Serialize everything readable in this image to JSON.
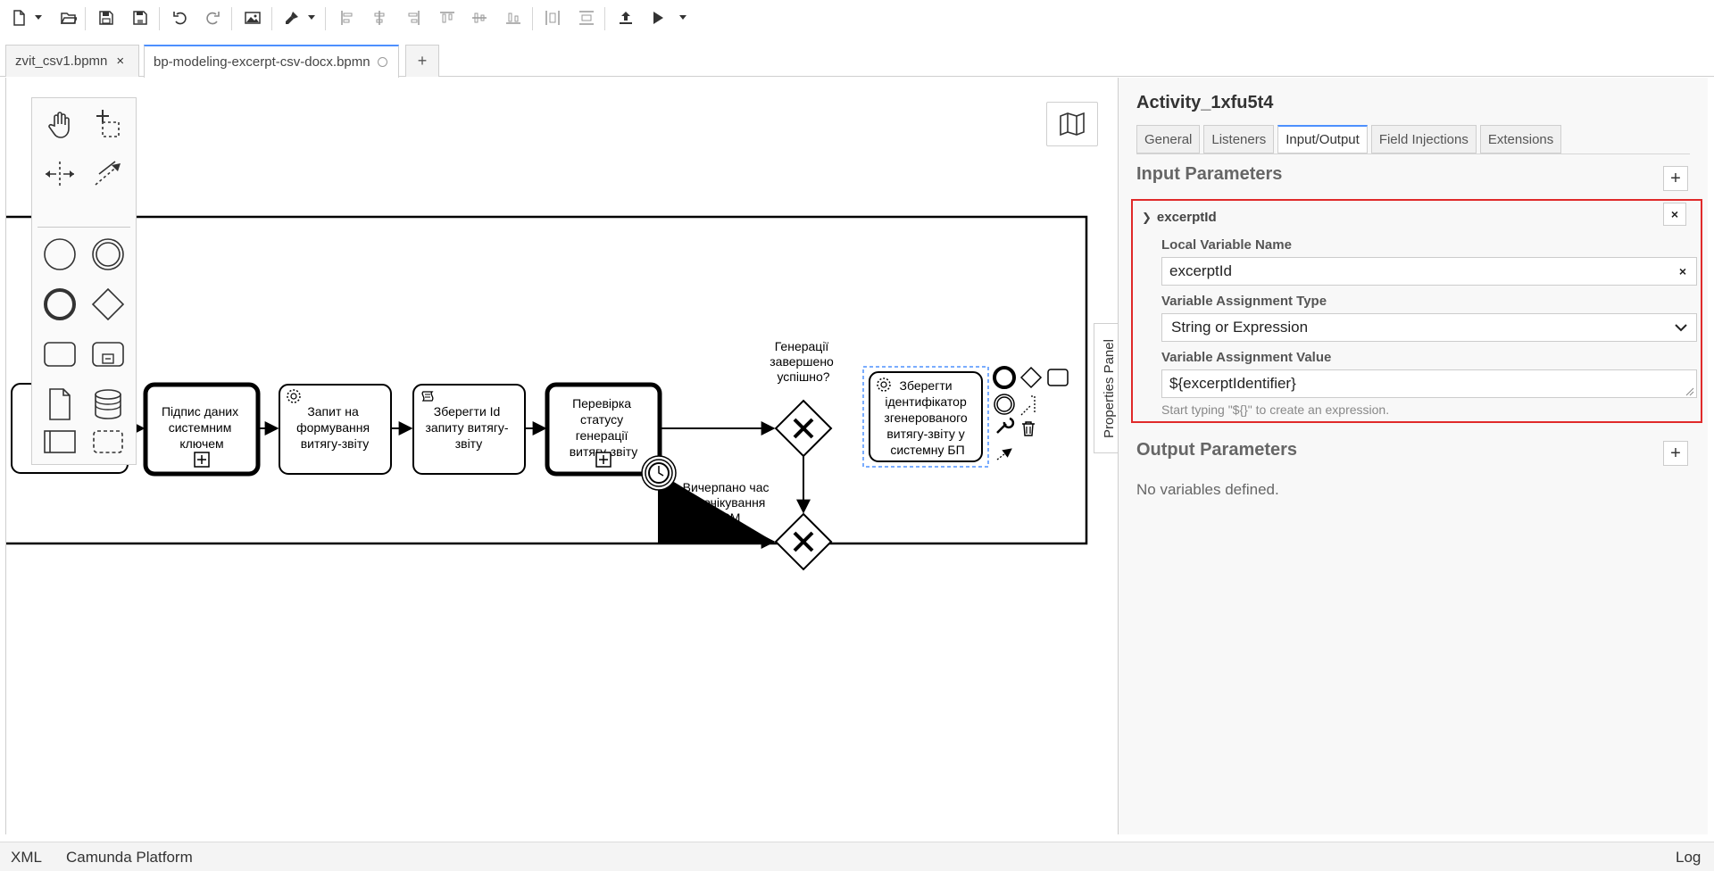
{
  "toolbar": {
    "buttons": [
      {
        "name": "new-file-icon"
      },
      {
        "name": "open-file-icon"
      },
      {
        "name": "save-icon"
      },
      {
        "name": "save-as-icon"
      },
      {
        "name": "undo-icon"
      },
      {
        "name": "redo-icon"
      },
      {
        "name": "export-image-icon"
      },
      {
        "name": "color-picker-icon"
      },
      {
        "name": "align-left-icon"
      },
      {
        "name": "align-center-icon"
      },
      {
        "name": "align-right-icon"
      },
      {
        "name": "align-top-icon"
      },
      {
        "name": "align-middle-icon"
      },
      {
        "name": "align-bottom-icon"
      },
      {
        "name": "distribute-horizontal-icon"
      },
      {
        "name": "distribute-vertical-icon"
      },
      {
        "name": "deploy-icon"
      },
      {
        "name": "start-instance-icon"
      }
    ]
  },
  "tabs": [
    {
      "label": "zvit_csv1.bpmn",
      "close": "×",
      "active": false
    },
    {
      "label": "bp-modeling-excerpt-csv-docx.bpmn",
      "active": true
    }
  ],
  "tab_add_label": "+",
  "diagram": {
    "tasks": [
      {
        "lines": [
          "Підпис даних",
          "системним",
          "ключем"
        ]
      },
      {
        "lines": [
          "Запит на",
          "формування",
          "витягу-звіту"
        ]
      },
      {
        "lines": [
          "Зберегти Id",
          "запиту витягу-",
          "звіту"
        ]
      },
      {
        "lines": [
          "Перевірка",
          "статусу",
          "генерації",
          "витягу-звіту"
        ]
      },
      {
        "lines": [
          "Зберегти",
          "ідентифікатор",
          "згенерованого",
          "витягу-звіту у",
          "системну БП"
        ]
      }
    ],
    "gateway_label": [
      "Генерації",
      "завершено",
      "успішно?"
    ],
    "timer_label": [
      "Вичерпано час",
      "на очікування",
      "P2M"
    ]
  },
  "properties_toggle_label": "Properties Panel",
  "panel": {
    "title": "Activity_1xfu5t4",
    "tabs": [
      {
        "label": "General",
        "active": false
      },
      {
        "label": "Listeners",
        "active": false
      },
      {
        "label": "Input/Output",
        "active": true
      },
      {
        "label": "Field Injections",
        "active": false
      },
      {
        "label": "Extensions",
        "active": false
      }
    ],
    "input_title": "Input Parameters",
    "add_label": "+",
    "param": {
      "name": "excerptId",
      "remove_label": "×",
      "local_var_label": "Local Variable Name",
      "local_var_value": "excerptId",
      "clear_label": "×",
      "type_label": "Variable Assignment Type",
      "type_value": "String or Expression",
      "value_label": "Variable Assignment Value",
      "value_value": "${excerptIdentifier}",
      "hint": "Start typing \"${}\" to create an expression."
    },
    "output_title": "Output Parameters",
    "output_empty": "No variables defined."
  },
  "statusbar": {
    "xml": "XML",
    "platform": "Camunda Platform",
    "log": "Log"
  },
  "colors": {
    "accent": "#4d90fe",
    "highlight_border": "#e02a2a",
    "selection_dash": "#4d90fe"
  }
}
